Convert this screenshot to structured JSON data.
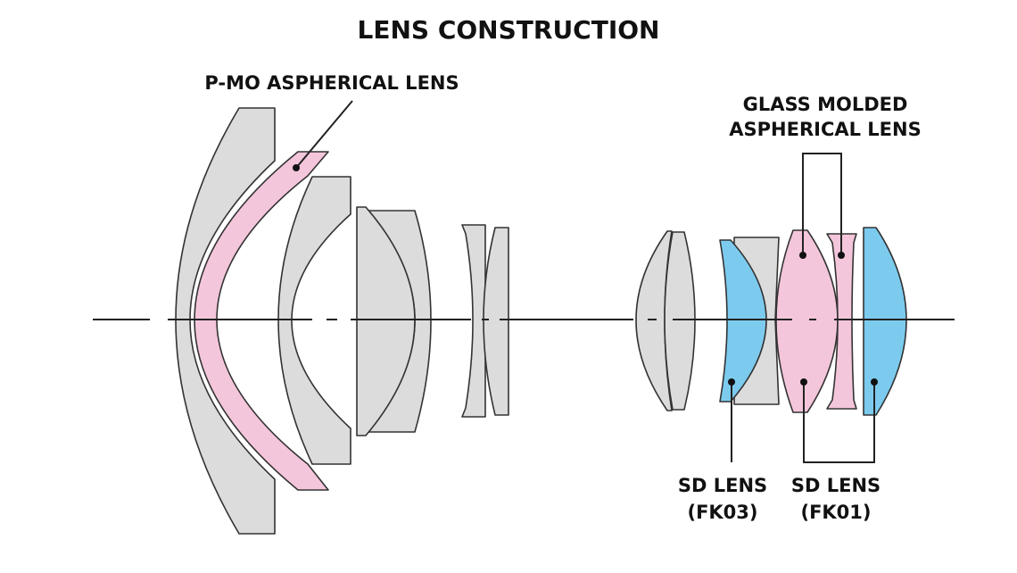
{
  "title": "LENS CONSTRUCTION",
  "labels": {
    "pmo": "P-MO ASPHERICAL LENS",
    "glass_molded_line1": "GLASS MOLDED",
    "glass_molded_line2": "ASPHERICAL LENS",
    "sd_fk03_line1": "SD LENS",
    "sd_fk03_line2": "(FK03)",
    "sd_fk01_line1": "SD LENS",
    "sd_fk01_line2": "(FK01)"
  },
  "colors": {
    "standard_glass": "#dcdcdc",
    "aspherical": "#f4c6db",
    "sd_glass": "#7ccbef",
    "outline": "#333333"
  }
}
